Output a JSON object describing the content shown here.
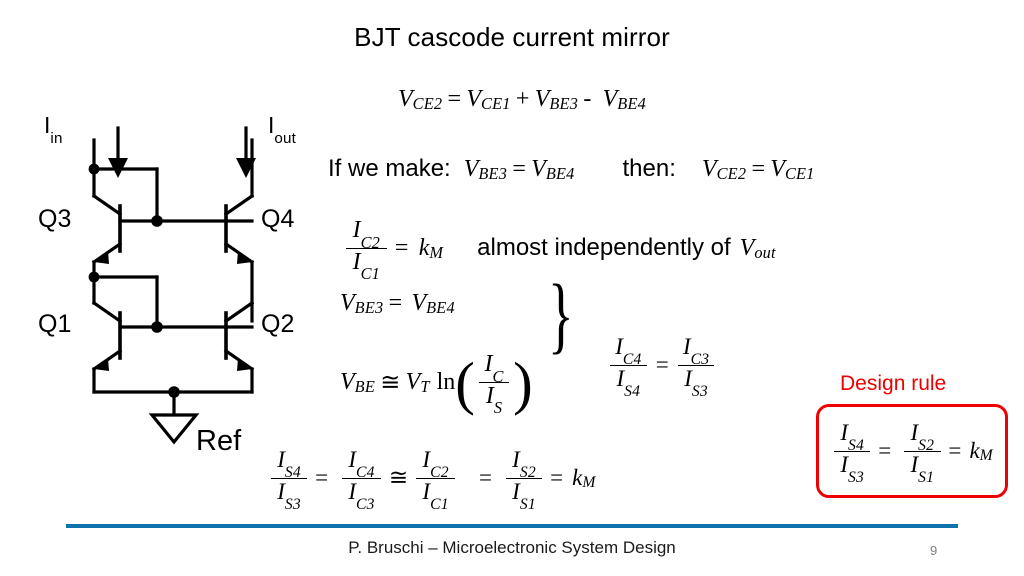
{
  "slide": {
    "title": "BJT cascode current mirror",
    "page_number": "9"
  },
  "footer": {
    "text": "P. Bruschi – Microelectronic System Design",
    "rule_color": "#1072ad"
  },
  "equations": {
    "vce_top": {
      "lhs_var": "V",
      "lhs_sub": "CE2",
      "eq": "=",
      "t1_var": "V",
      "t1_sub": "CE1",
      "plus": "+",
      "t2_var": "V",
      "t2_sub": "BE3",
      "minus": "-",
      "t3_var": "V",
      "t3_sub": "BE4"
    },
    "if_we_make": {
      "lead": "If we make:",
      "a_var": "V",
      "a_sub": "BE3",
      "eq1": "=",
      "b_var": "V",
      "b_sub": "BE4",
      "then": "then:",
      "c_var": "V",
      "c_sub": "CE2",
      "eq2": "=",
      "d_var": "V",
      "d_sub": "CE1"
    },
    "ratio_km": {
      "num_var": "I",
      "num_sub": "C2",
      "den_var": "I",
      "den_sub": "C1",
      "eq": "=",
      "rhs_var": "k",
      "rhs_sub": "M",
      "note": "almost independently of",
      "note_var": "V",
      "note_sub": "out"
    },
    "vbe34": {
      "a_var": "V",
      "a_sub": "BE3",
      "eq": "=",
      "b_var": "V",
      "b_sub": "BE4"
    },
    "vbe_ln": {
      "lhs_var": "V",
      "lhs_sub": "BE",
      "approx": "≅",
      "vt_var": "V",
      "vt_sub": "T",
      "ln": "ln",
      "paren_open": "(",
      "num_var": "I",
      "num_sub": "C",
      "den_var": "I",
      "den_sub": "S",
      "paren_close": ")"
    },
    "ic4_is4": {
      "n1_var": "I",
      "n1_sub": "C4",
      "d1_var": "I",
      "d1_sub": "S4",
      "eq": "=",
      "n2_var": "I",
      "n2_sub": "C3",
      "d2_var": "I",
      "d2_sub": "S3"
    },
    "chain": {
      "n1_var": "I",
      "n1_sub": "S4",
      "d1_var": "I",
      "d1_sub": "S3",
      "eq1": "=",
      "n2_var": "I",
      "n2_sub": "C4",
      "d2_var": "I",
      "d2_sub": "C3",
      "approx": "≅",
      "n3_var": "I",
      "n3_sub": "C2",
      "d3_var": "I",
      "d3_sub": "C1",
      "eq2": "=",
      "n4_var": "I",
      "n4_sub": "S2",
      "d4_var": "I",
      "d4_sub": "S1",
      "eq3": "=",
      "km_var": "k",
      "km_sub": "M"
    }
  },
  "design_rule": {
    "label": "Design rule",
    "color": "#ee0000",
    "equation": {
      "n1_var": "I",
      "n1_sub": "S4",
      "d1_var": "I",
      "d1_sub": "S3",
      "eq1": "=",
      "n2_var": "I",
      "n2_sub": "S2",
      "d2_var": "I",
      "d2_sub": "S1",
      "eq2": "=",
      "km_var": "k",
      "km_sub": "M"
    }
  },
  "schematic": {
    "transistors": {
      "q3": "Q3",
      "q1": "Q1",
      "q4": "Q4",
      "q2": "Q2"
    },
    "currents": {
      "in_var": "I",
      "in_sub": "in",
      "out_var": "I",
      "out_sub": "out"
    },
    "ground_label": "Ref"
  }
}
